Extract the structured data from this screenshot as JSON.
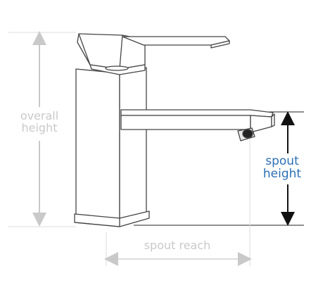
{
  "labels": {
    "overall_line1": "overall",
    "overall_line2": "height",
    "spout_height_line1": "spout",
    "spout_height_line2": "height",
    "spout_reach": "spout reach"
  },
  "colors": {
    "grey_dimension": "#c9c9c9",
    "spout_height_blue": "#2b6fb6",
    "spout_height_arrow": "#111111",
    "faucet_outline": "#444444"
  },
  "icons": {
    "faucet": "faucet-illustration"
  }
}
